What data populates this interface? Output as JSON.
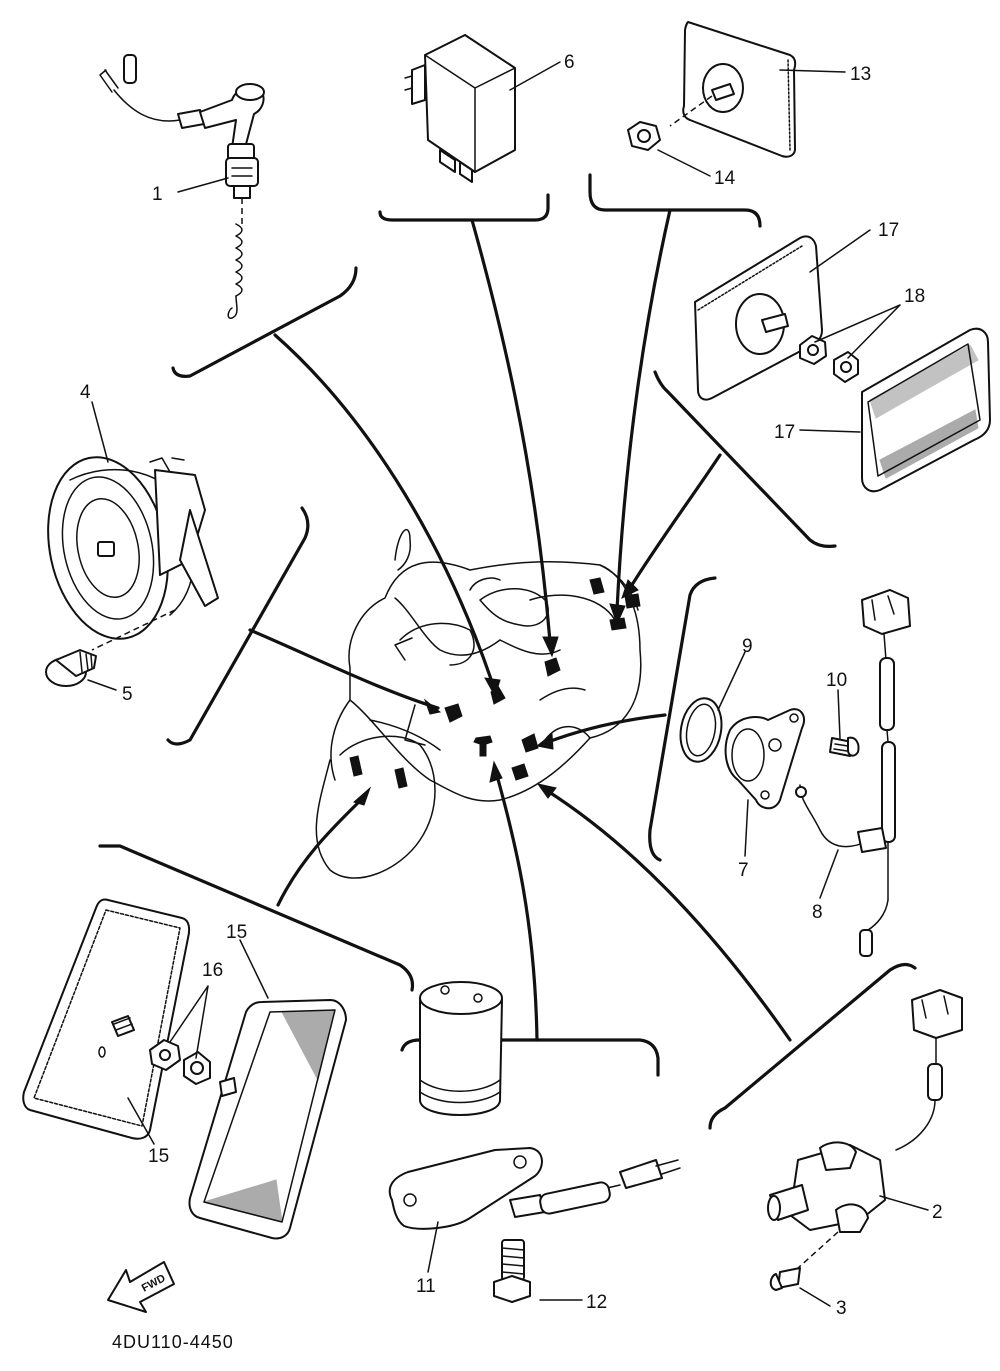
{
  "diagram": {
    "reference_code": "4DU110-4450",
    "forward_arrow_label": "FWD",
    "callouts": [
      {
        "id": "callout-1",
        "text": "1"
      },
      {
        "id": "callout-2",
        "text": "2"
      },
      {
        "id": "callout-3",
        "text": "3"
      },
      {
        "id": "callout-4",
        "text": "4"
      },
      {
        "id": "callout-5",
        "text": "5"
      },
      {
        "id": "callout-6",
        "text": "6"
      },
      {
        "id": "callout-7",
        "text": "7"
      },
      {
        "id": "callout-8",
        "text": "8"
      },
      {
        "id": "callout-9",
        "text": "9"
      },
      {
        "id": "callout-10",
        "text": "10"
      },
      {
        "id": "callout-11",
        "text": "11"
      },
      {
        "id": "callout-12",
        "text": "12"
      },
      {
        "id": "callout-13",
        "text": "13"
      },
      {
        "id": "callout-14",
        "text": "14"
      },
      {
        "id": "callout-15a",
        "text": "15"
      },
      {
        "id": "callout-15b",
        "text": "15"
      },
      {
        "id": "callout-16",
        "text": "16"
      },
      {
        "id": "callout-17a",
        "text": "17"
      },
      {
        "id": "callout-17b",
        "text": "17"
      },
      {
        "id": "callout-18",
        "text": "18"
      }
    ]
  }
}
